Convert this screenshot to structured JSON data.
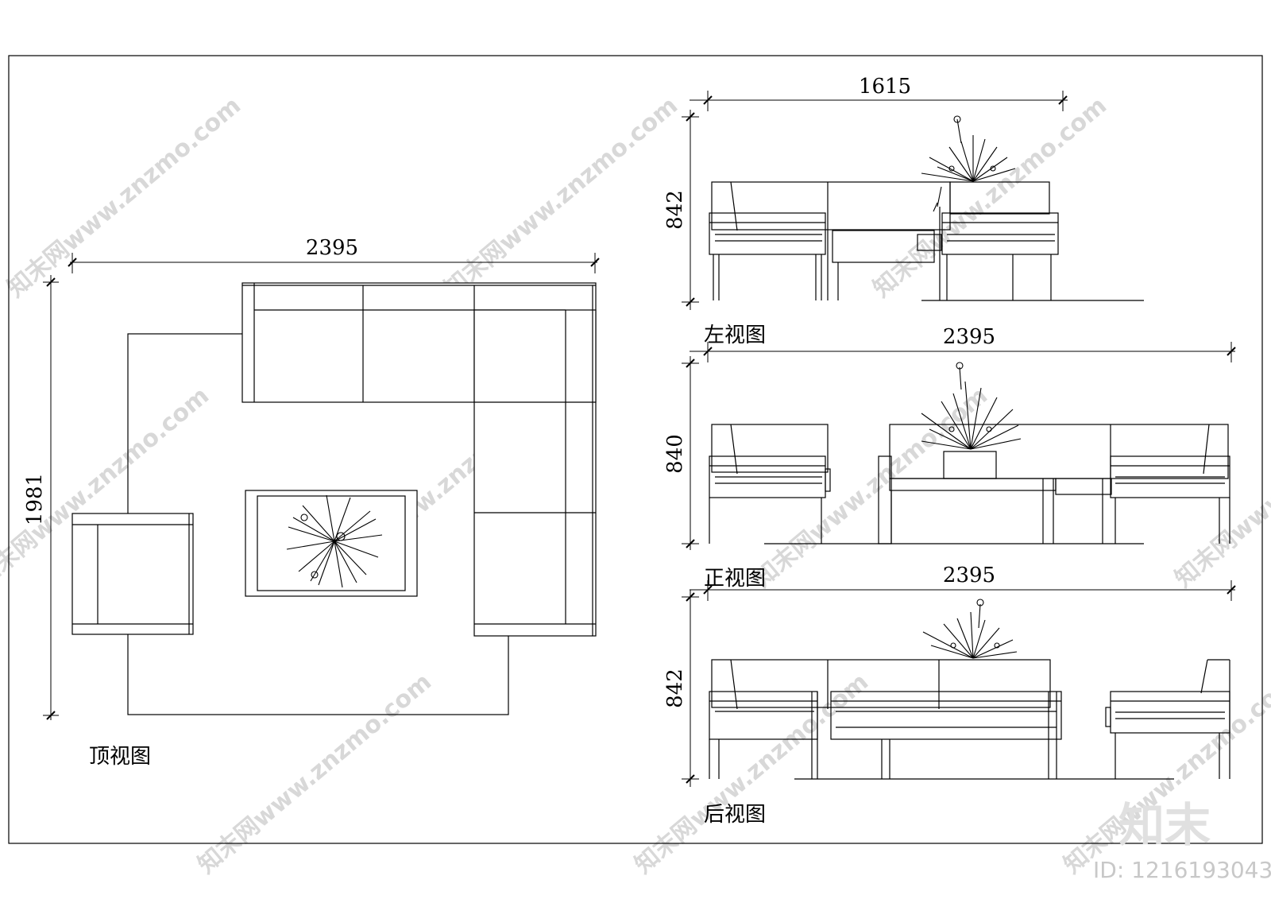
{
  "views": {
    "top": {
      "label": "顶视图",
      "width_dim": "2395",
      "depth_dim": "1981"
    },
    "left": {
      "label": "左视图",
      "width_dim": "1615",
      "height_dim": "842"
    },
    "front": {
      "label": "正视图",
      "width_dim": "2395",
      "height_dim": "840"
    },
    "back": {
      "label": "后视图",
      "width_dim": "2395",
      "height_dim": "842"
    }
  },
  "watermark": {
    "site_text": "知末网www.znzmo.com",
    "logo_text": "知末",
    "id_text": "ID: 1216193043"
  }
}
